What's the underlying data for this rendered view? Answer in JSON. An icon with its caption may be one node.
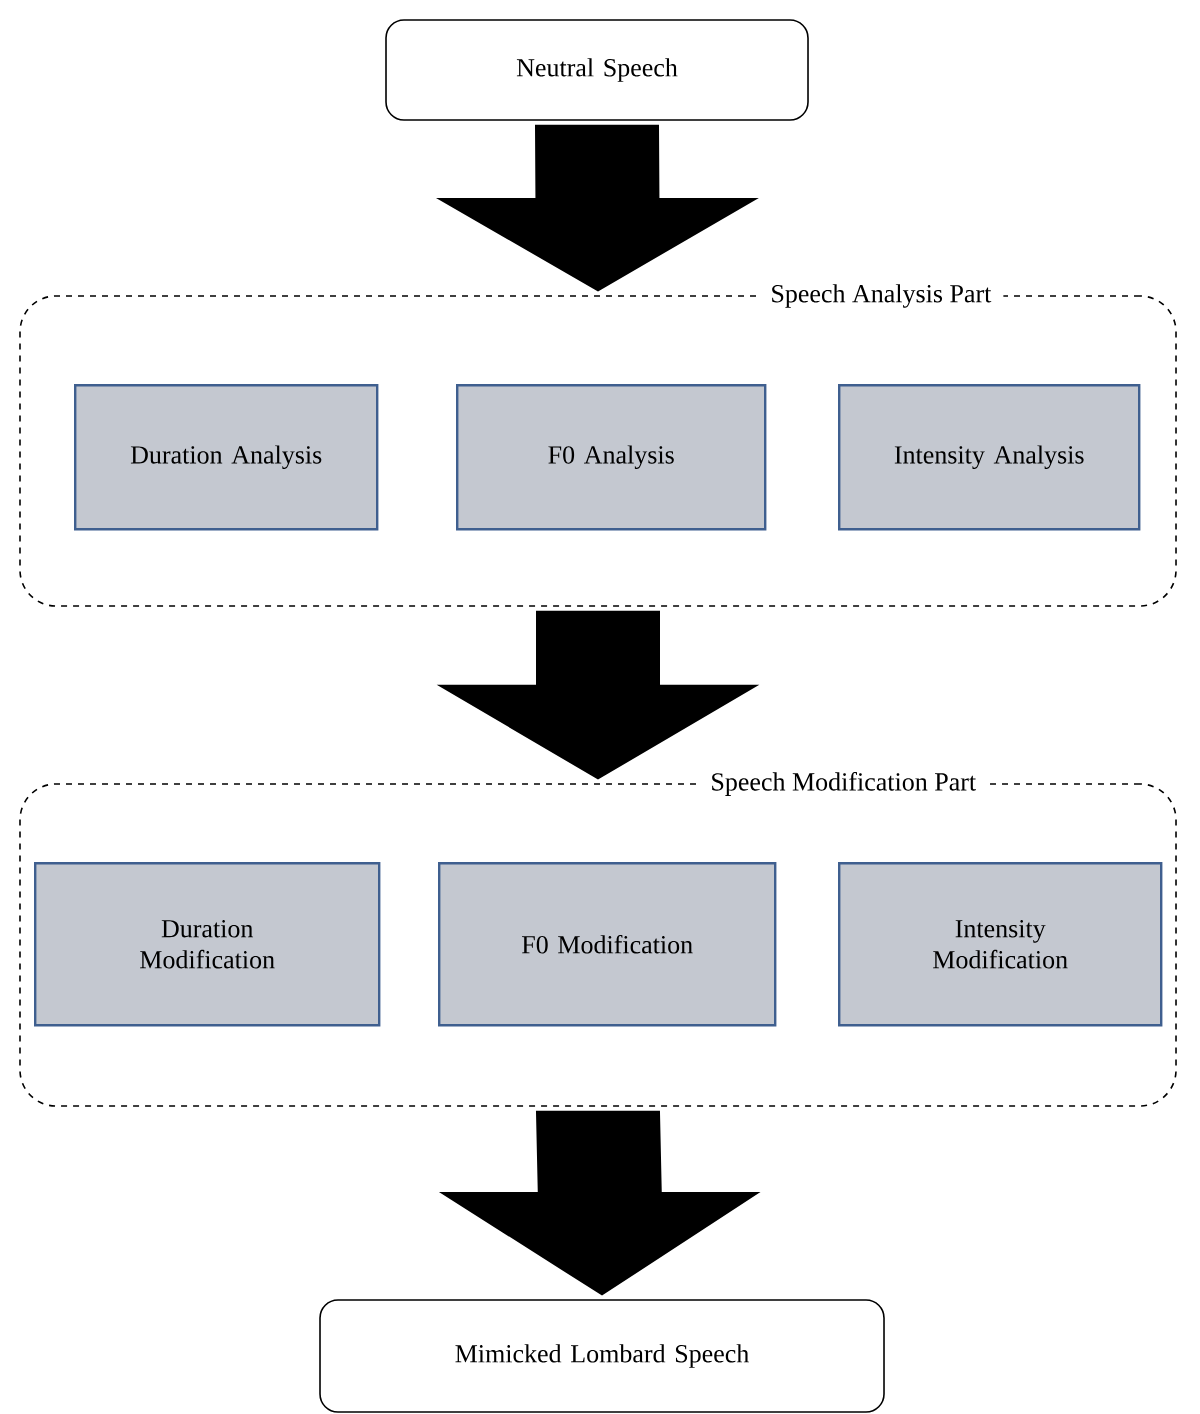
{
  "diagram": {
    "nodes": [
      {
        "text": [
          "Neutral Speech"
        ]
      },
      {
        "text": [
          "Speech Analysis  Part"
        ]
      },
      {
        "text": [
          "Duration Analysis"
        ],
        "in": 1
      },
      {
        "text": [
          "F0 Analysis"
        ],
        "in": 1
      },
      {
        "text": [
          "Intensity Analysis"
        ],
        "in": 1
      },
      {
        "text": [
          "Speech Modification  Part"
        ]
      },
      {
        "text": [
          "Duration Modification"
        ],
        "in": 5
      },
      {
        "text": [
          "F0 Modification"
        ],
        "in": 5
      },
      {
        "text": [
          "Intensity Modification"
        ],
        "in": 5
      },
      {
        "text": [
          "Mimicked  Lombard Speech"
        ]
      }
    ],
    "edges": [
      {
        "from": 0,
        "to": 1,
        "arrow": "to",
        "style": "thick"
      },
      {
        "from": 1,
        "to": 5,
        "arrow": "to",
        "style": "thick"
      },
      {
        "from": 5,
        "to": 9,
        "arrow": "to",
        "style": "thick"
      }
    ]
  }
}
